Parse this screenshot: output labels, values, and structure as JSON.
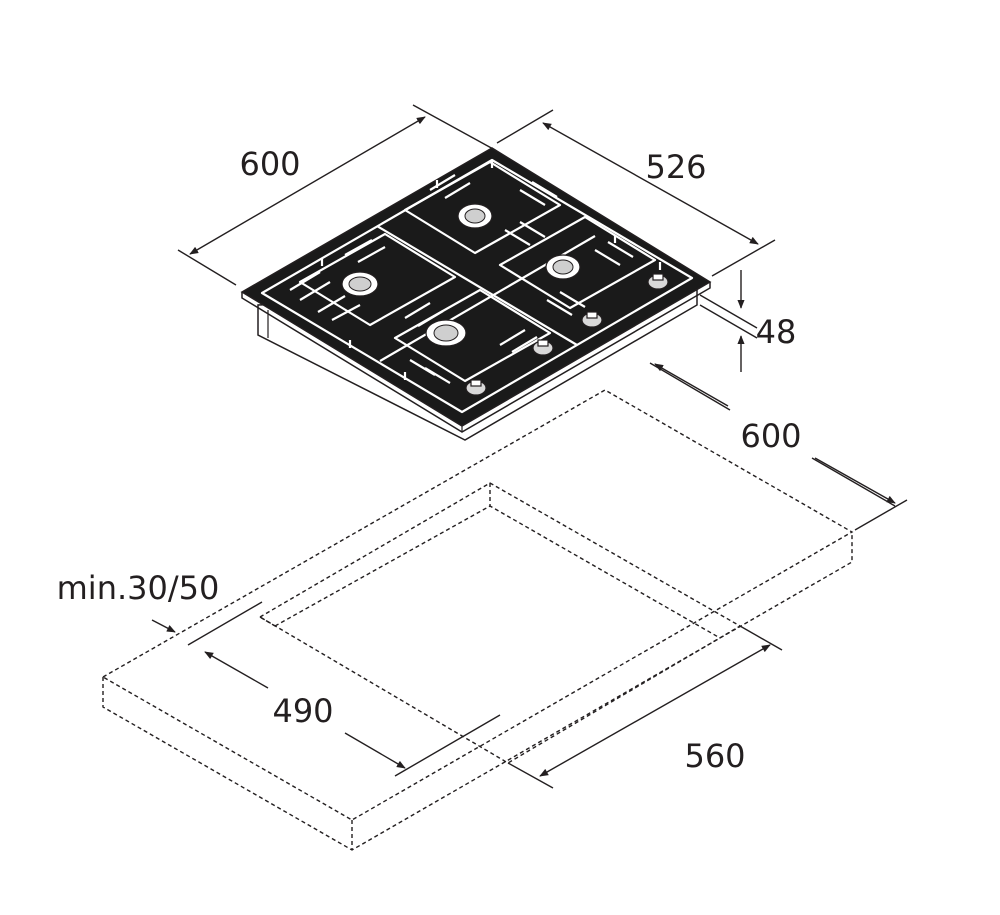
{
  "dimensions": {
    "hob_width": "600",
    "hob_depth": "526",
    "hob_height": "48",
    "countertop_depth": "600",
    "min_clearance": "min.30/50",
    "cutout_depth": "490",
    "cutout_width": "560"
  },
  "colors": {
    "line": "#231f20",
    "hob_glass": "#1a1a1a",
    "grate": "#ffffff"
  }
}
